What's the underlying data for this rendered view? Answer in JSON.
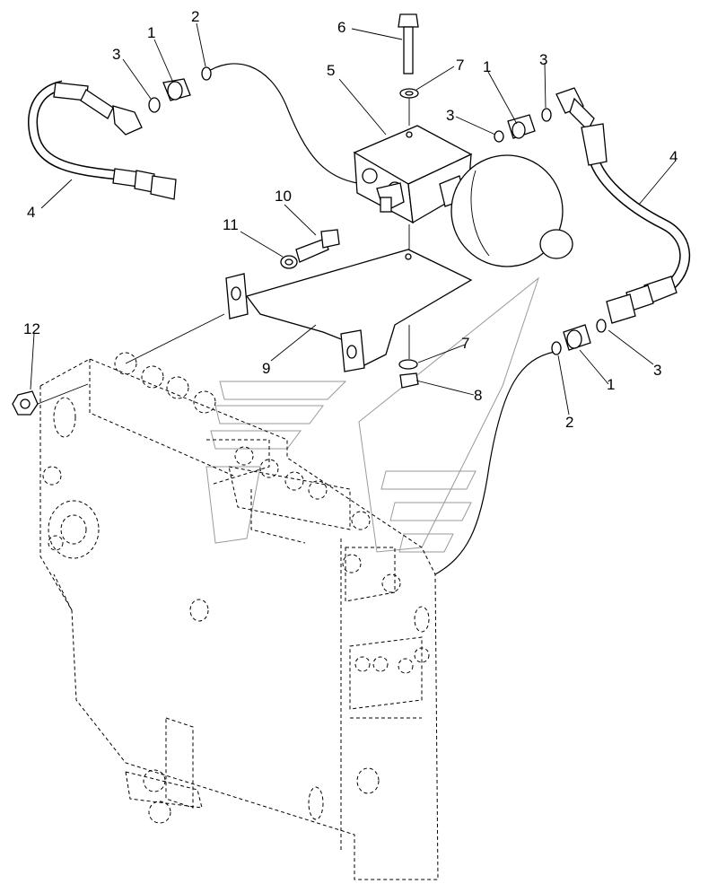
{
  "callouts": {
    "c1a": "1",
    "c2a": "2",
    "c3a": "3",
    "c4a": "4",
    "c5": "5",
    "c6": "6",
    "c7a": "7",
    "c1b": "1",
    "c3b": "3",
    "c3c": "3",
    "c4b": "4",
    "c10": "10",
    "c11": "11",
    "c12": "12",
    "c9": "9",
    "c7b": "7",
    "c8": "8",
    "c1c": "1",
    "c2b": "2",
    "c3d": "3"
  }
}
